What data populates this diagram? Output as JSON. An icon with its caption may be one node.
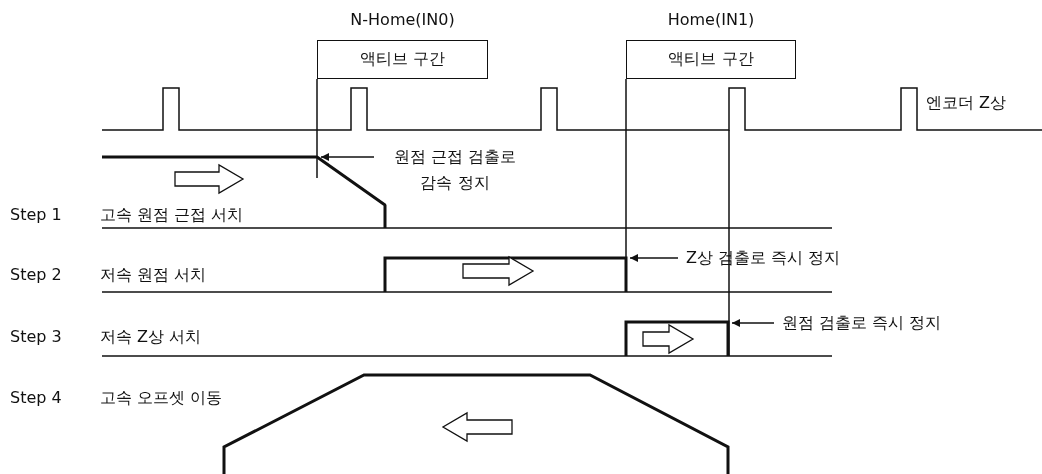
{
  "diagram": {
    "nodes": [
      {
        "text": [
          "N-Home(IN0)",
          "액티브 구간"
        ]
      },
      {
        "text": [
          "Home(IN1)",
          "액티브 구간"
        ]
      },
      {
        "text": [
          "원점 근접 검출로 감속 정지"
        ]
      },
      {
        "text": [
          "Z상 검출로 즉시 정지"
        ]
      },
      {
        "text": [
          "원점 검출로 즉시 정지"
        ]
      },
      {
        "text": [],
        "shape": "line"
      },
      {
        "text": [],
        "shape": "box"
      },
      {
        "text": [],
        "shape": "box"
      }
    ],
    "edges": [
      {
        "from": 2,
        "to": 5,
        "arrow": "to"
      },
      {
        "from": 3,
        "to": 6,
        "arrow": "to"
      },
      {
        "from": 4,
        "to": 7,
        "arrow": "to"
      }
    ],
    "labels": [
      "엔코더 Z상",
      "Step 1",
      "고속 원점 근접 서치",
      "Step 2",
      "저속 원점 서치",
      "Step 3",
      "저속 Z상 서치",
      "Step 4",
      "고속 오프셋 이동"
    ]
  }
}
